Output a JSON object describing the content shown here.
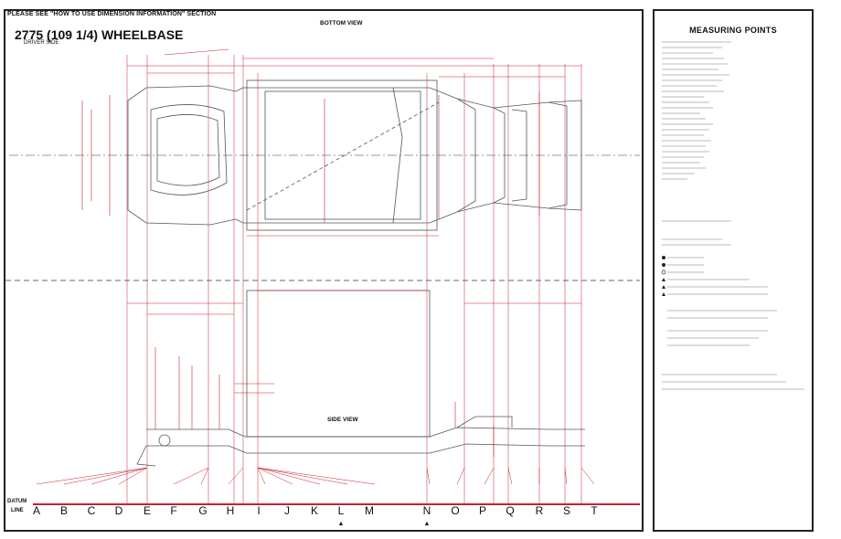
{
  "header": {
    "note": "PLEASE SEE \"HOW TO USE DIMENSION INFORMATION\" SECTION",
    "title": "2775 (109 1/4) WHEELBASE",
    "subtitle": "DRIVER SIDE",
    "bottom_view_label": "BOTTOM VIEW",
    "side_view_label": "SIDE VIEW"
  },
  "side_panel": {
    "title": "MEASURING POINTS"
  },
  "datum": {
    "label": "DATUM",
    "line_label": "LINE"
  },
  "datum_letters": [
    "A",
    "B",
    "C",
    "D",
    "E",
    "F",
    "G",
    "H",
    "I",
    "J",
    "K",
    "L",
    "M",
    "N",
    "O",
    "P",
    "Q",
    "R",
    "S",
    "T"
  ],
  "datum_markers": [
    {
      "letter": "L",
      "symbol": "▲"
    },
    {
      "letter": "N",
      "symbol": "▲"
    }
  ],
  "colors": {
    "frame": "#222222",
    "dimension": "#c8202a",
    "datum_line": "#c8202a",
    "structure": "#555555"
  }
}
